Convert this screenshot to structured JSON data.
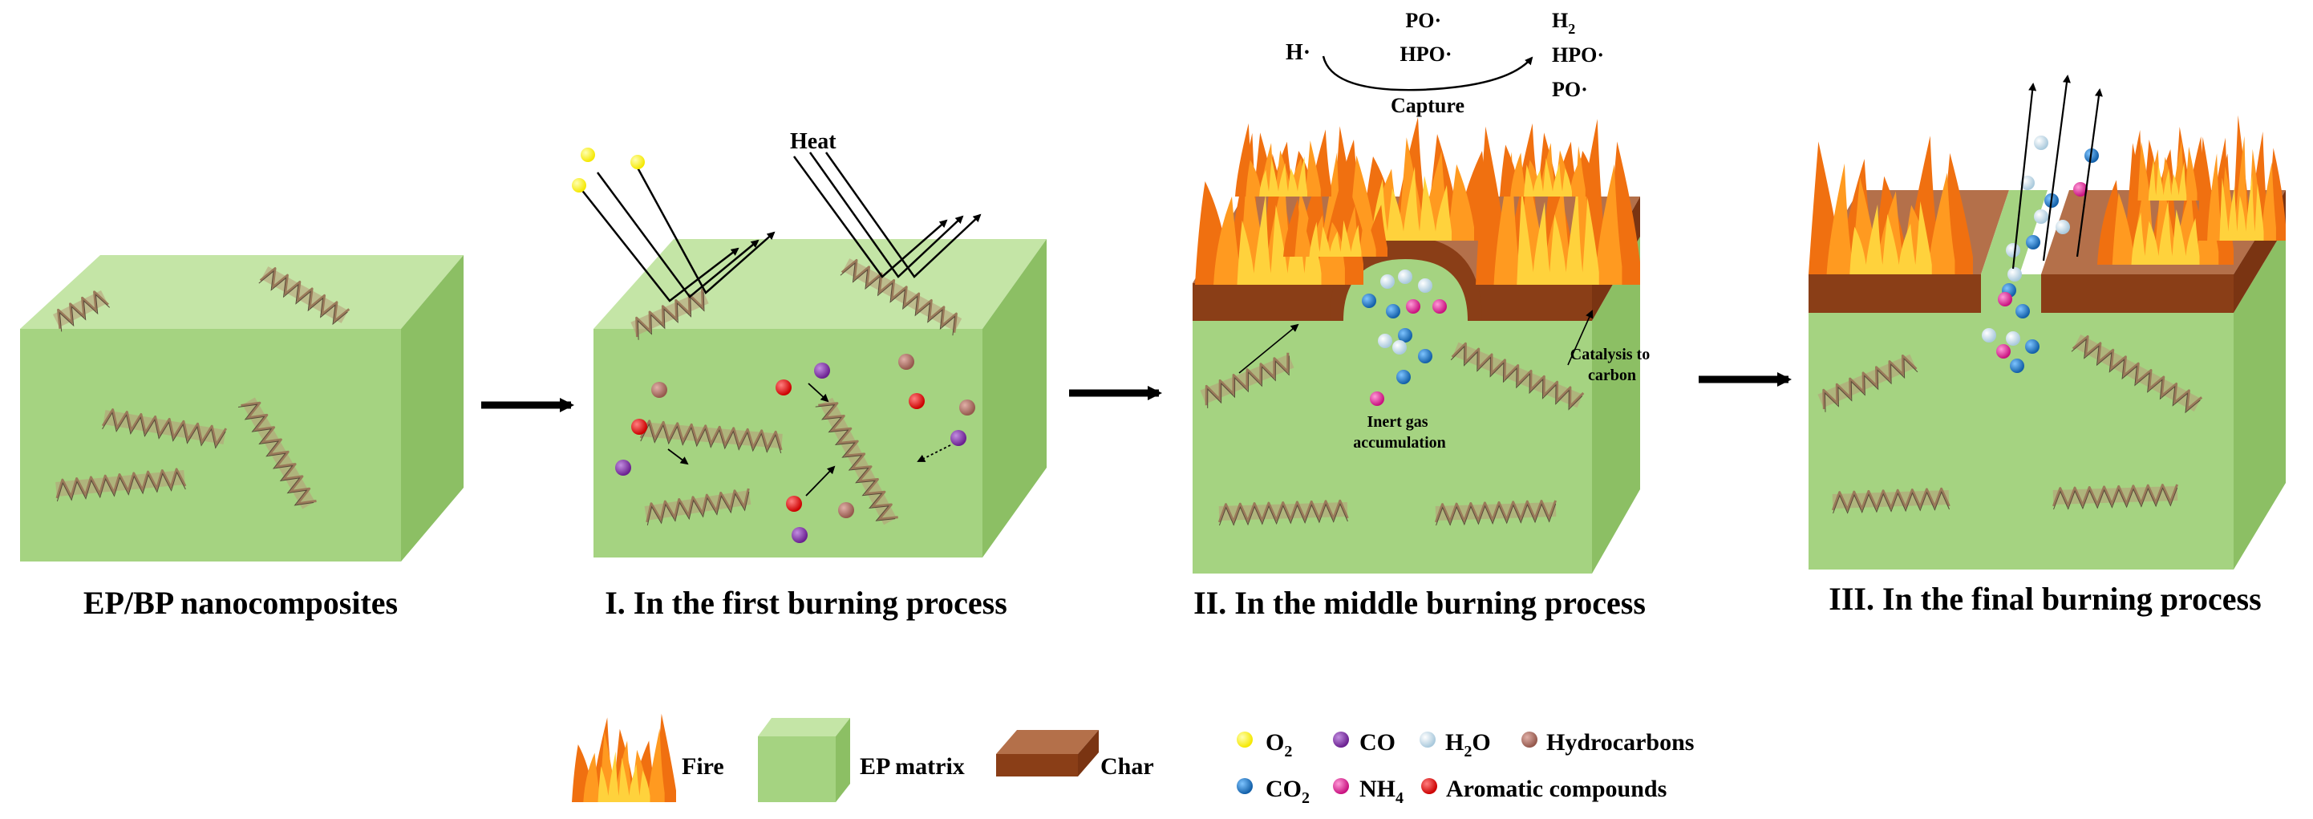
{
  "panels": [
    {
      "id": "p0",
      "caption": "EP/BP nanocomposites"
    },
    {
      "id": "p1",
      "caption": "I. In the first burning process"
    },
    {
      "id": "p2",
      "caption": "II. In the middle burning process"
    },
    {
      "id": "p3",
      "caption": "III. In the final burning process"
    }
  ],
  "annotations": {
    "heat": "Heat",
    "radical_h": "H·",
    "radicals_left": [
      "PO·",
      "HPO·"
    ],
    "capture": "Capture",
    "radicals_right_h2_base": "H",
    "radicals_right_h2_sub": "2",
    "radicals_right": [
      "HPO·",
      "PO·"
    ],
    "inert_gas": [
      "Inert gas",
      "accumulation"
    ],
    "catalysis": [
      "Catalysis to",
      "carbon"
    ]
  },
  "legend": {
    "fire": "Fire",
    "ep_matrix": "EP matrix",
    "char": "Char",
    "species": [
      {
        "key": "o2",
        "base": "O",
        "sub": "2",
        "color": "#f5e800"
      },
      {
        "key": "co",
        "base": "CO",
        "sub": "",
        "color": "#7b2f9f"
      },
      {
        "key": "h2o",
        "base": "H",
        "sub": "2",
        "tail": "O",
        "color": "#c9dfea"
      },
      {
        "key": "hydrocarbons",
        "base": "Hydrocarbons",
        "sub": "",
        "color": "#a8685c"
      },
      {
        "key": "co2",
        "base": "CO",
        "sub": "2",
        "color": "#1f78c8"
      },
      {
        "key": "nh4",
        "base": "NH",
        "sub": "4",
        "color": "#e0249a"
      },
      {
        "key": "aromatic",
        "base": "Aromatic compounds",
        "sub": "",
        "color": "#e01010"
      }
    ]
  },
  "colors": {
    "block_top": "#c4e5a6",
    "block_front": "#a5d381",
    "block_side": "#8cbf64",
    "char_top": "#b4704a",
    "char_front": "#8a3e17",
    "fire_outer": "#f07010",
    "fire_mid": "#ff9a20",
    "fire_inner": "#ffd23c",
    "nanosheet": "#9a7a5a"
  }
}
